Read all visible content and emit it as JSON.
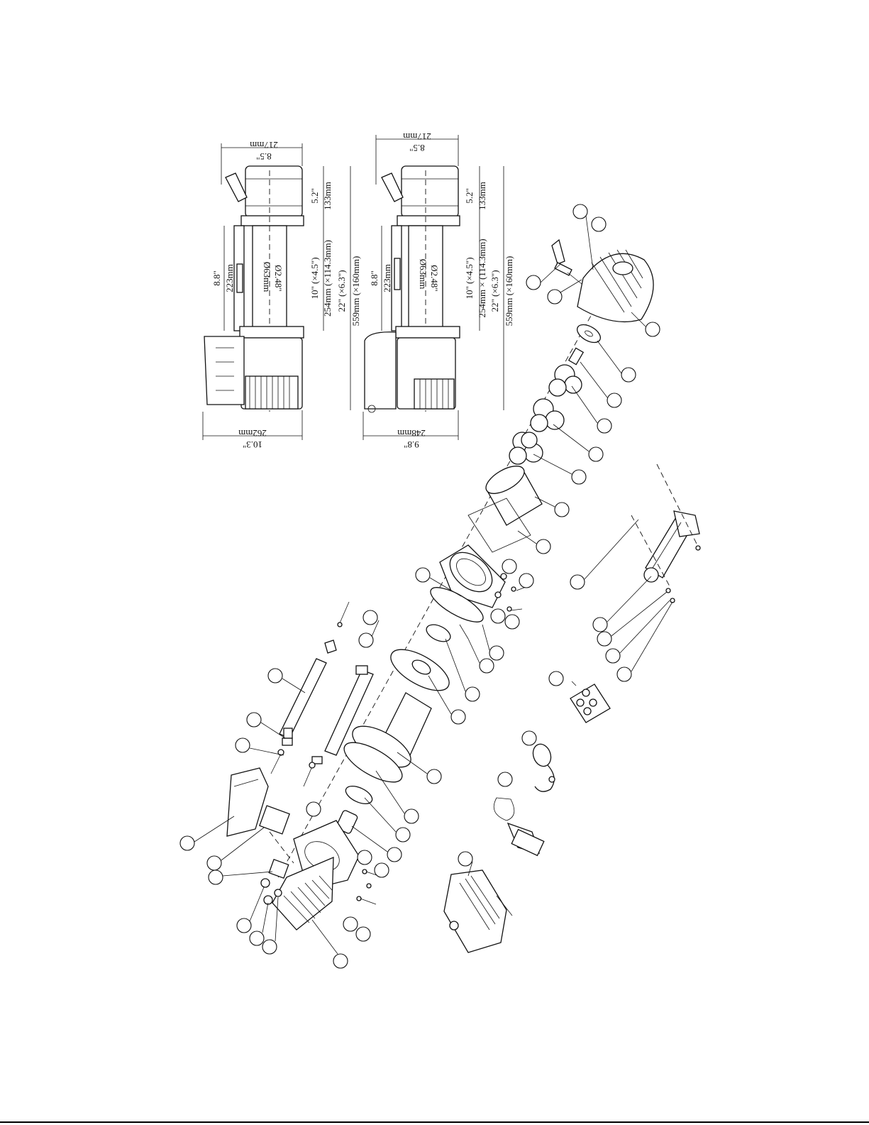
{
  "drawing": {
    "view_top": {
      "overall_length_in": "22\" (×6.3\")",
      "overall_length_mm": "559mm (×160mm)",
      "mount_in": "10\" (×4.5\")",
      "mount_mm": "254mm (×114.3mm)",
      "drum_len_in": "8.8\"",
      "drum_len_mm": "223mm",
      "drum_dia_in": "Ø2.48\"",
      "drum_dia_mm": "Ø63mm",
      "gearbox_in": "5.2\"",
      "gearbox_mm": "133mm",
      "height_in": "8.5\"",
      "height_mm": "217mm",
      "motor_width_in": "10.3\"",
      "motor_width_mm": "262mm"
    },
    "view_bottom": {
      "overall_length_in": "22\" (×6.3\")",
      "overall_length_mm": "559mm (×160mm)",
      "mount_in": "10\" (×4.5\")",
      "mount_mm": "254mm × (114.3mm)",
      "drum_len_in": "8.8\"",
      "drum_len_mm": "223mm",
      "drum_dia_in": "Ø2.48\"",
      "drum_dia_mm": "Ø63mm",
      "gearbox_in": "5.2\"",
      "gearbox_mm": "133mm",
      "height_in": "8.5\"",
      "height_mm": "217mm",
      "motor_width_in": "9.8\"",
      "motor_width_mm": "248mm"
    }
  },
  "colors": {
    "ink": "#111111",
    "paper": "#ffffff"
  }
}
